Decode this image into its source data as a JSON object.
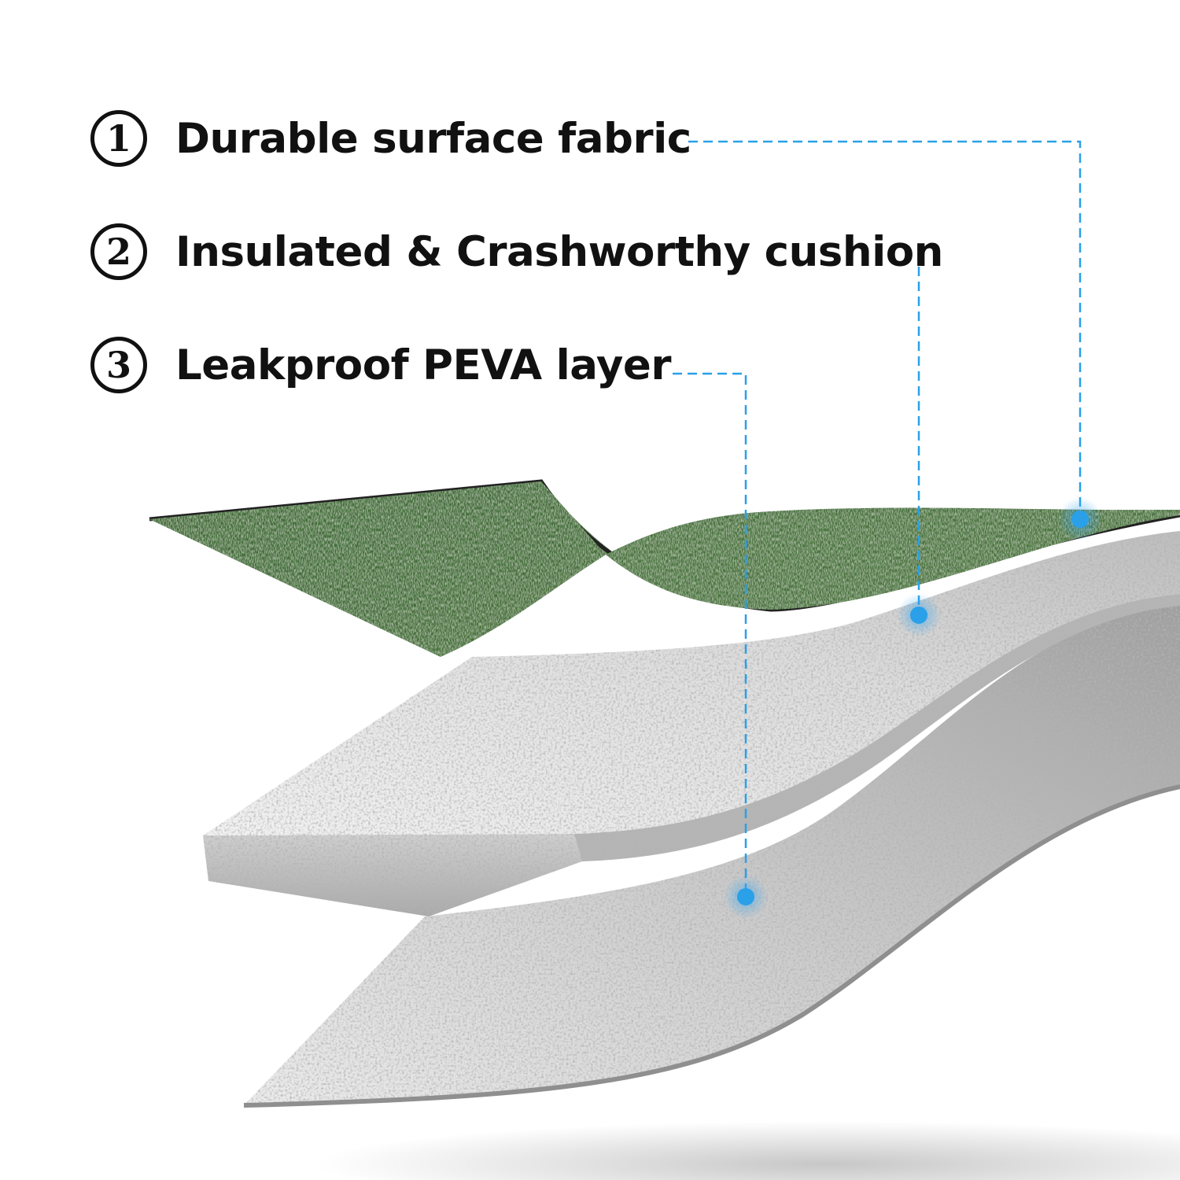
{
  "features": [
    {
      "number": "1",
      "label": "Durable surface fabric"
    },
    {
      "number": "2",
      "label": "Insulated & Crashworthy cushion"
    },
    {
      "number": "3",
      "label": "Leakproof PEVA layer"
    }
  ],
  "colors": {
    "text": "#111111",
    "callout_line": "#2aa0e8",
    "fabric_green": "#3f6a34",
    "foam_gray": "#d6d6d6",
    "peva_gray": "#cfcfcf"
  }
}
